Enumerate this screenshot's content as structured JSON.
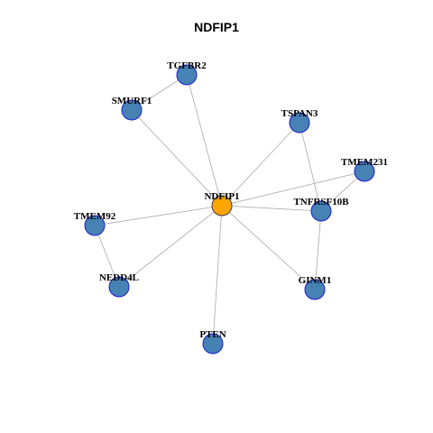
{
  "title": "NDFIP1",
  "colors": {
    "hub_fill": "#FFA500",
    "node_fill": "#4682B4",
    "node_stroke": "#1C1CD0",
    "hub_stroke": "#3a3a3a",
    "edge": "#aaaaaa"
  },
  "network": {
    "nodes": [
      {
        "id": "NDFIP1",
        "label": "NDFIP1",
        "hub": true
      },
      {
        "id": "TGFBR2",
        "label": "TGFBR2"
      },
      {
        "id": "SMURF1",
        "label": "SMURF1"
      },
      {
        "id": "TSPAN3",
        "label": "TSPAN3"
      },
      {
        "id": "TMEM231",
        "label": "TMEM231"
      },
      {
        "id": "TNFRSF10B",
        "label": "TNFRSF10B"
      },
      {
        "id": "TMEM92",
        "label": "TMEM92"
      },
      {
        "id": "NEDD4L",
        "label": "NEDD4L"
      },
      {
        "id": "GINM1",
        "label": "GINM1"
      },
      {
        "id": "PTEN",
        "label": "PTEN"
      }
    ],
    "edges": [
      [
        "SMURF1",
        "TGFBR2"
      ],
      [
        "SMURF1",
        "NDFIP1"
      ],
      [
        "TGFBR2",
        "NDFIP1"
      ],
      [
        "TSPAN3",
        "NDFIP1"
      ],
      [
        "TSPAN3",
        "TNFRSF10B"
      ],
      [
        "TMEM231",
        "NDFIP1"
      ],
      [
        "TMEM231",
        "TNFRSF10B"
      ],
      [
        "NDFIP1",
        "TNFRSF10B"
      ],
      [
        "NDFIP1",
        "TMEM92"
      ],
      [
        "NDFIP1",
        "NEDD4L"
      ],
      [
        "NDFIP1",
        "GINM1"
      ],
      [
        "NDFIP1",
        "PTEN"
      ],
      [
        "TMEM92",
        "NEDD4L"
      ],
      [
        "TNFRSF10B",
        "GINM1"
      ]
    ]
  }
}
